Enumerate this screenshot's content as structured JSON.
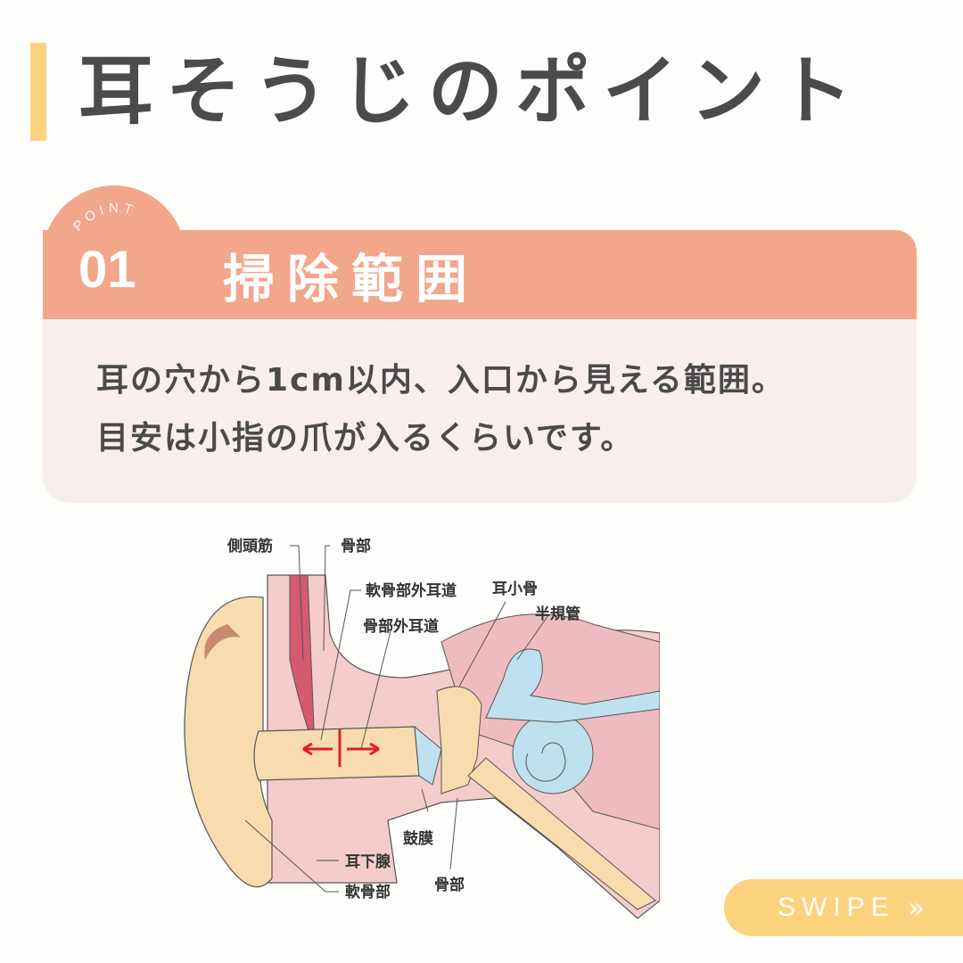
{
  "title": "耳そうじのポイント",
  "point": {
    "tag": "POINT",
    "number": "01",
    "heading": "掃除範囲"
  },
  "body": {
    "line1": "耳の穴から1cm以内、入口から見える範囲。",
    "line2": "目安は小指の爪が入るくらいです。"
  },
  "diagram": {
    "labels": {
      "temporal_muscle": "側頭筋",
      "bone_top": "骨部",
      "cartilage_canal": "軟骨部外耳道",
      "bone_canal": "骨部外耳道",
      "ossicles": "耳小骨",
      "semicircular": "半規管",
      "eardrum": "鼓膜",
      "parotid": "耳下腺",
      "cartilage": "軟骨部",
      "bone_bottom": "骨部"
    }
  },
  "swipe": {
    "label": "SWIPE",
    "icon": "double-chevron-right-icon"
  },
  "colors": {
    "accent_yellow": "#fdd27e",
    "salmon": "#f2a68a",
    "body_bg": "#f8efed",
    "arrow_red": "#e0202a"
  }
}
